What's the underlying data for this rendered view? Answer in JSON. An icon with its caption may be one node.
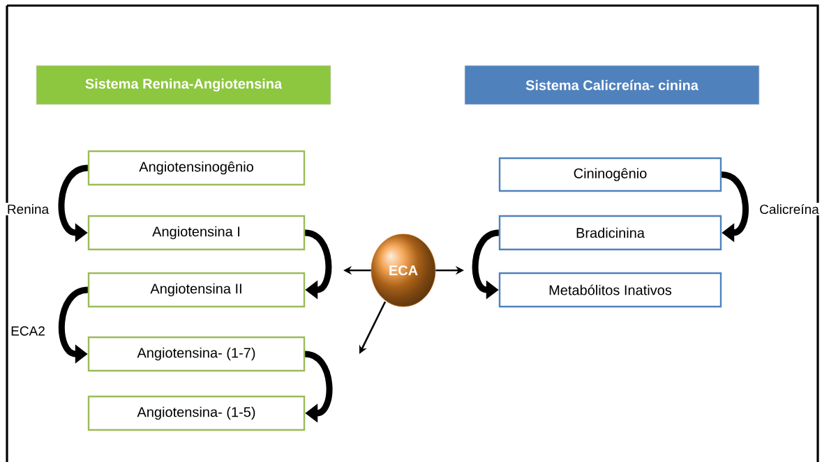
{
  "diagram": {
    "nodes": [
      {
        "text": [
          "Sistema Renina-Angiotensina"
        ]
      },
      {
        "text": [
          "Sistema Calicreína- cinina"
        ]
      },
      {
        "text": [
          "Angiotensinogênio"
        ]
      },
      {
        "text": [
          "Angiotensina I"
        ]
      },
      {
        "text": [
          "Angiotensina II"
        ]
      },
      {
        "text": [
          "Angiotensina- (1-7)"
        ]
      },
      {
        "text": [
          "Angiotensina- (1-5)"
        ]
      },
      {
        "text": [
          "ECA"
        ]
      },
      {
        "text": [
          "Cininogênio"
        ]
      },
      {
        "text": [
          "Bradicinina"
        ]
      },
      {
        "text": [
          "Metabólitos Inativos"
        ]
      }
    ],
    "edges": [
      {
        "from": 2,
        "to": 3,
        "arrow": "to",
        "label": "Renina"
      },
      {
        "from": 3,
        "to": 4,
        "arrow": "to"
      },
      {
        "from": 4,
        "to": 5,
        "arrow": "to",
        "label": "ECA2"
      },
      {
        "from": 5,
        "to": 6,
        "arrow": "to"
      },
      {
        "from": 8,
        "to": 9,
        "arrow": "to",
        "label": "Calicreína"
      },
      {
        "from": 9,
        "to": 10,
        "arrow": "to"
      },
      {
        "from": 7,
        "to": null,
        "arrow": "to"
      },
      {
        "from": 7,
        "to": null,
        "arrow": "to"
      },
      {
        "from": 7,
        "to": null,
        "arrow": "to"
      }
    ]
  }
}
